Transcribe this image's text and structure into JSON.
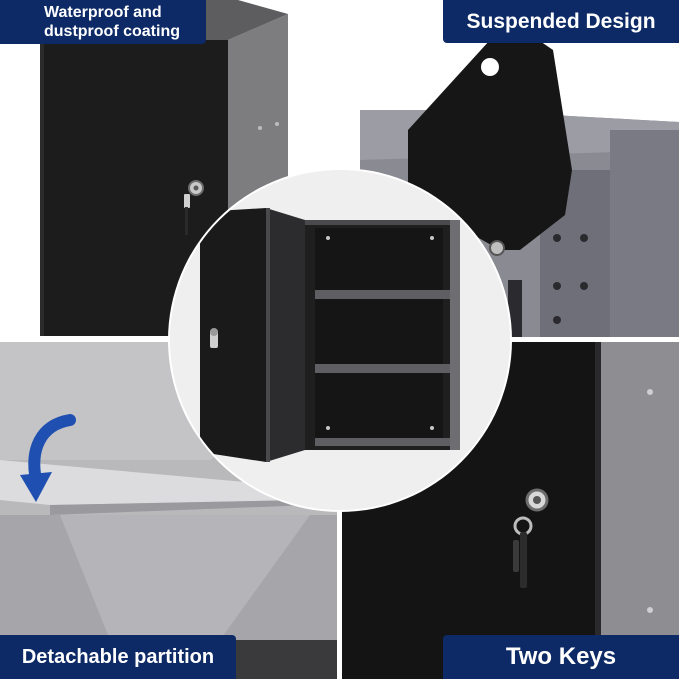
{
  "labels": {
    "top_left": "Waterproof and dustproof coating",
    "top_right": "Suspended Design",
    "bottom_left": "Detachable partition",
    "bottom_right": "Two Keys"
  },
  "colors": {
    "label_background": "#0d2a66",
    "label_text": "#ffffff",
    "cabinet_black": "#1b1b1c",
    "cabinet_gray": "#8b8b8f",
    "arrow_blue": "#1f4fb0"
  }
}
